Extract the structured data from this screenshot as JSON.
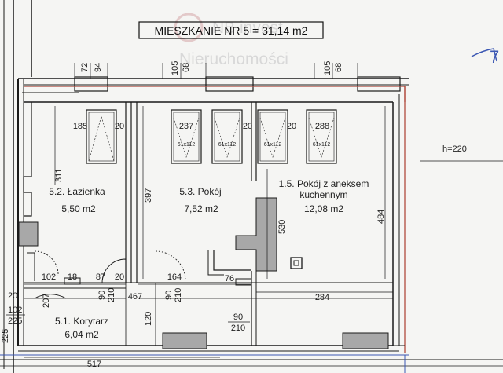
{
  "title": "MIESZKANIE NR 5 = 31,14 m2",
  "watermark": {
    "line1": "NB invest",
    "line2": "Nieruchomości"
  },
  "height_note": "h=220",
  "corner_mark": "7",
  "rooms": {
    "lazienka": {
      "name": "5.2. Łazienka",
      "area": "5,50 m2"
    },
    "pokoj": {
      "name": "5.3. Pokój",
      "area": "7,52 m2"
    },
    "salon": {
      "line1": "1.5. Pokój z aneksem",
      "line2": "kuchennym",
      "area": "12,08 m2"
    },
    "korytarz": {
      "name": "5.1. Korytarz",
      "area": "6,04 m2"
    }
  },
  "windows": {
    "w1": "185",
    "w2": "237",
    "w3": "288",
    "size": "61x112"
  },
  "dims": {
    "top": [
      "72",
      "94",
      "105",
      "68",
      "105",
      "68"
    ],
    "w_20a": "20",
    "w_20b": "20",
    "w_20c": "20",
    "d311": "311",
    "d397": "397",
    "d530": "530",
    "d484": "484",
    "d102": "102",
    "d18": "18",
    "d87": "87",
    "d20a": "20",
    "d164": "164",
    "d76": "76",
    "d90a": "90",
    "d210a": "210",
    "d467": "467",
    "d90b": "90",
    "d210b": "210",
    "d284": "284",
    "d20l": "20",
    "d207": "207",
    "d102l": "102",
    "d225": "225",
    "d120": "120",
    "d90c": "90",
    "d210c": "210",
    "d517": "517",
    "d225b": "225"
  },
  "colors": {
    "ink": "#1a1a1a",
    "red_line": "#b14a3e",
    "blue_mark": "#3b57b3",
    "fill_grey": "#a8a8a8"
  }
}
